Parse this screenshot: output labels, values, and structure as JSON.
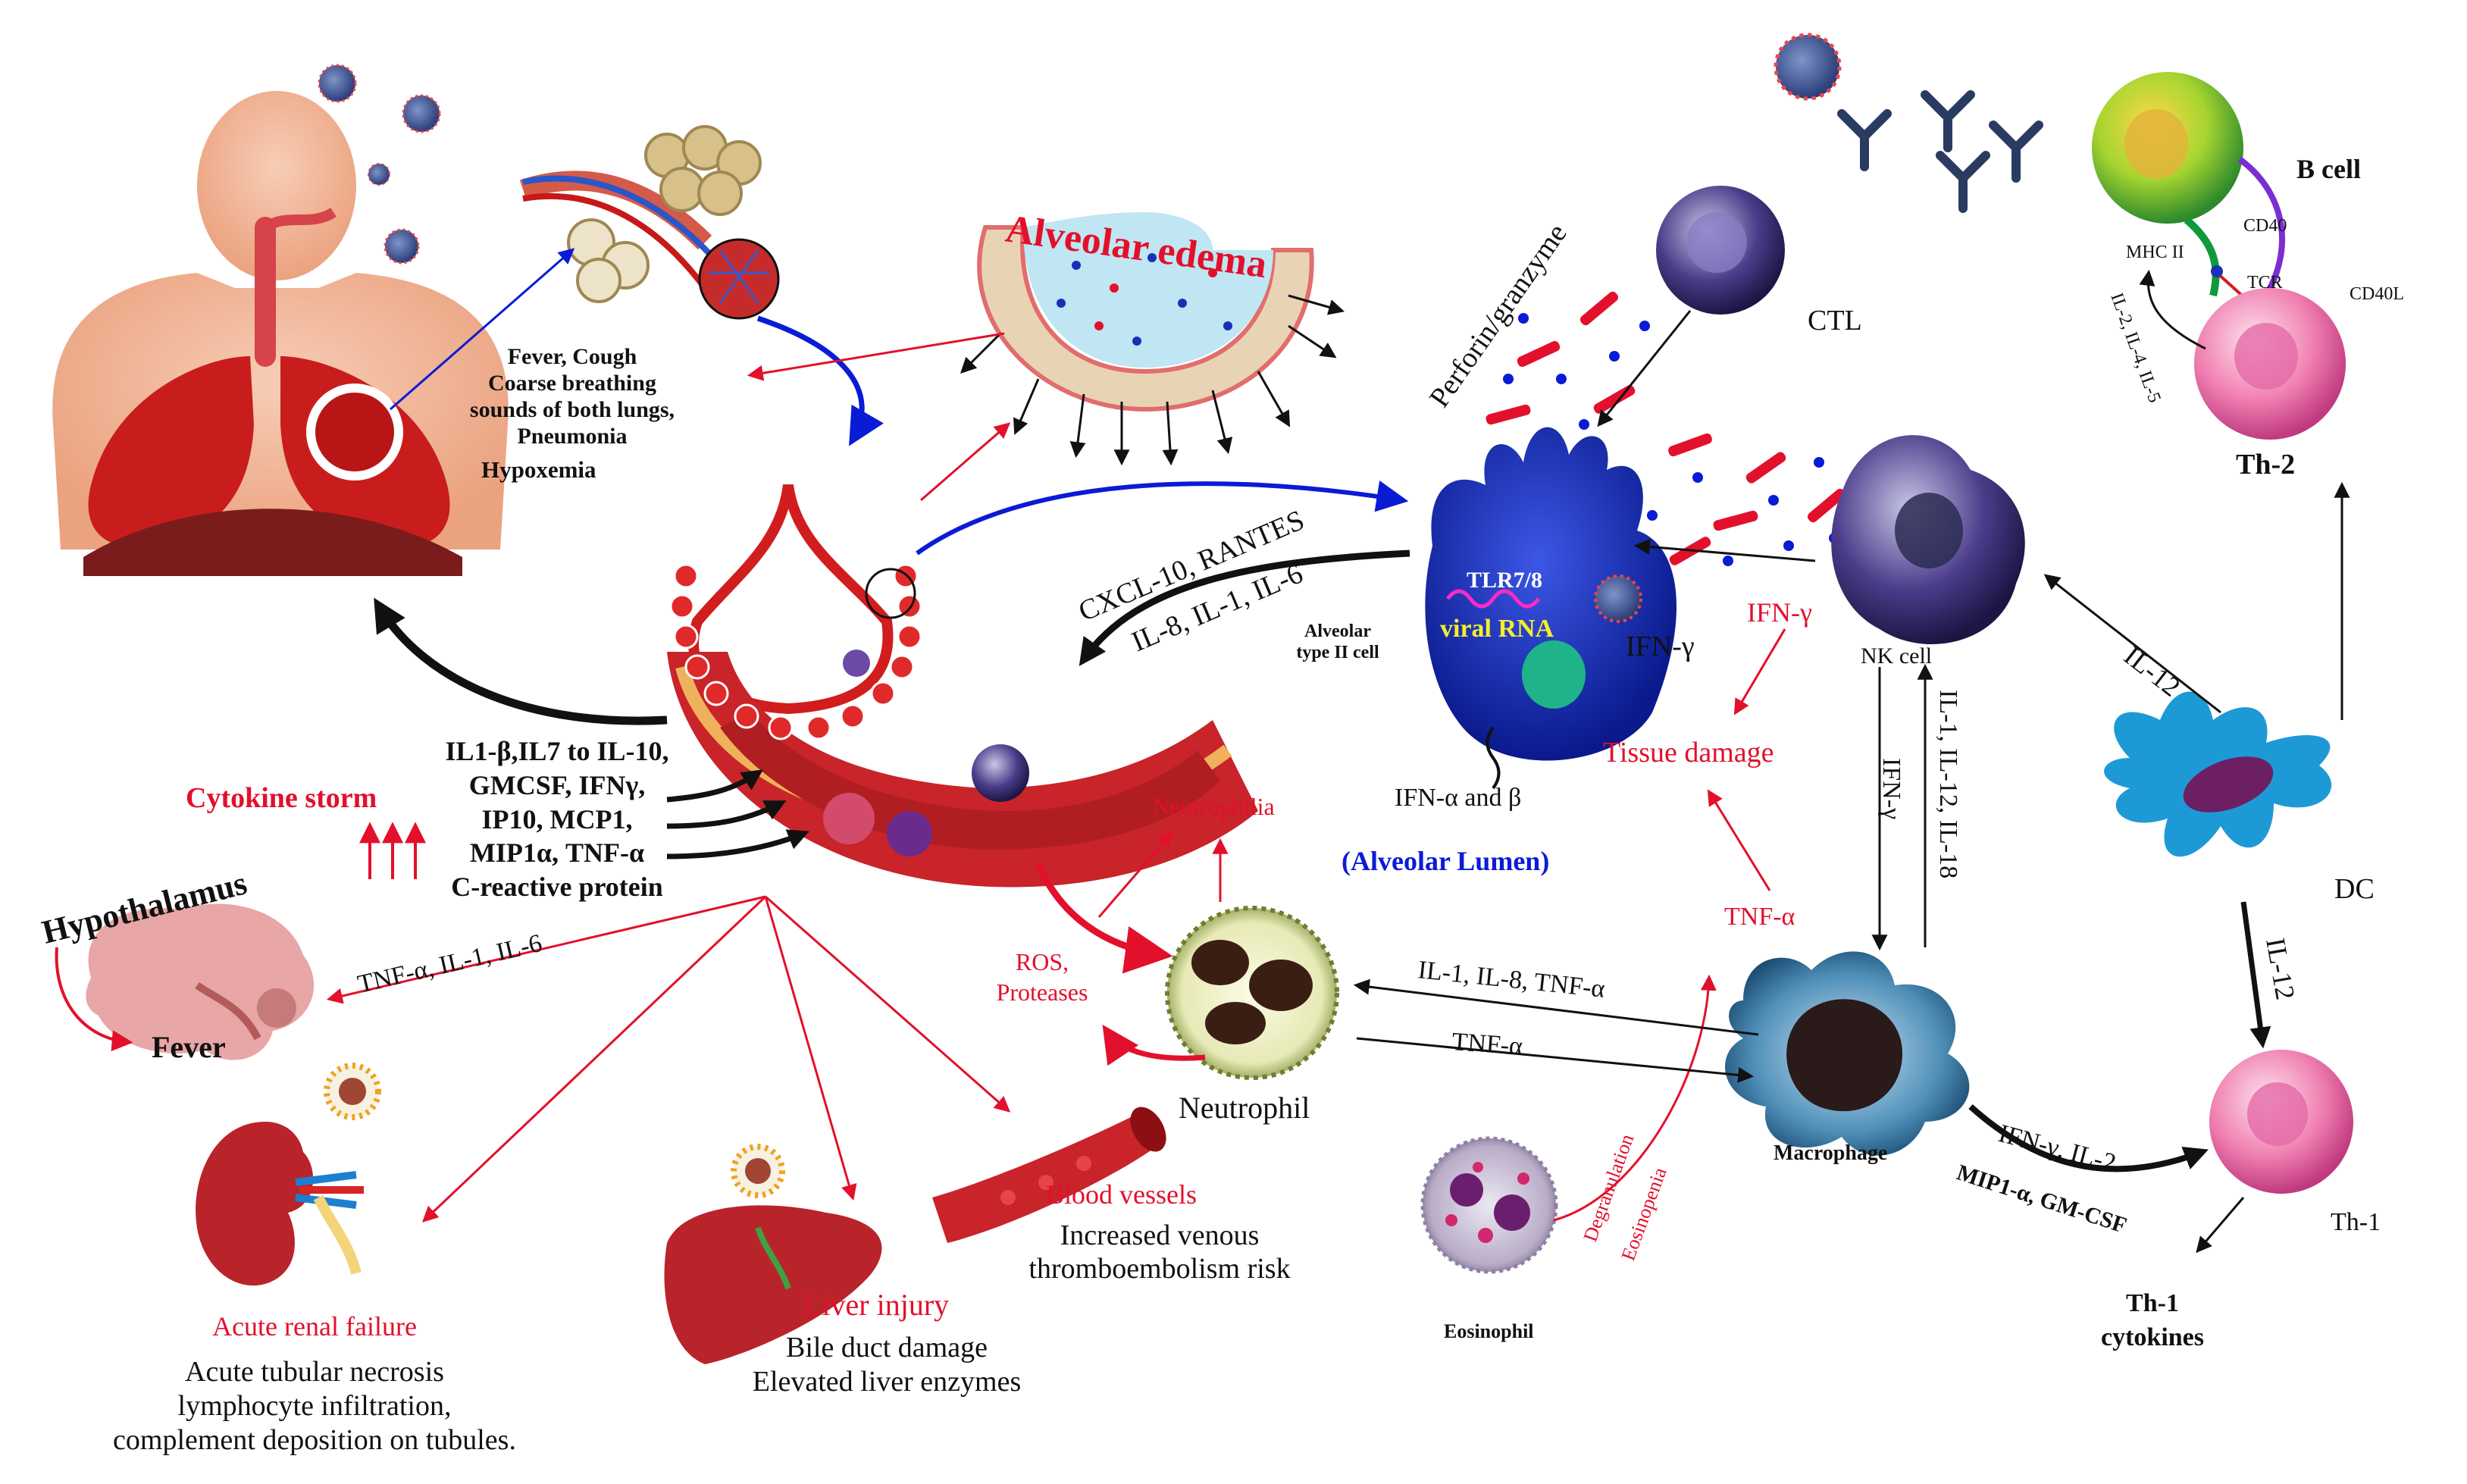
{
  "colors": {
    "red": "#e3102b",
    "blue": "#0a1bd6",
    "black": "#111111",
    "cell_blue": "#1a2fb8",
    "organ_red": "#c8242a",
    "lung_red": "#c91d1d",
    "skin": "#f1b79b",
    "yellow": "#f4ef2a",
    "magenta": "#ff29c6"
  },
  "labels": {
    "alveolar_edema": "Alveolar edema",
    "symptoms": [
      "Fever, Cough",
      "Coarse breathing",
      "sounds of both lungs,",
      "Pneumonia"
    ],
    "hypoxemia": "Hypoxemia",
    "perforin": "Perforin/granzyme",
    "ctl": "CTL",
    "b_cell": "B cell",
    "cd40": "CD40",
    "mhc2": "MHC II",
    "tcr": "TCR",
    "cd40l": "CD40L",
    "th2_cytokines": "IL-2, IL-4, IL-5",
    "th2": "Th-2",
    "cxcl": "CXCL-10, RANTES",
    "il8": "IL-8, IL-1, IL-6",
    "tlr": "TLR7/8",
    "viral_rna": "viral RNA",
    "alveolar_type2": [
      "Alveolar",
      "type II cell"
    ],
    "ifn_gamma_cell": "IFN-γ",
    "ifn_gamma_red": "IFN-γ",
    "nk_cell": "NK cell",
    "il12_upper": "IL-12",
    "tissue_damage": "Tissue damage",
    "ifn_ab": "IFN-α and β",
    "alveolar_lumen": "(Alveolar Lumen)",
    "il1_il12_il18": "IL-1, IL-12, IL-18",
    "ifn_gamma_vertical": "IFN-γ",
    "cytokine_list": [
      "IL1-β,IL7 to IL-10,",
      "GMCSF,  IFNγ,",
      "IP10, MCP1,",
      "MIP1α, TNF-α",
      "C-reactive protein"
    ],
    "cytokine_storm": "Cytokine storm",
    "hypothalamus": "Hypothalamus",
    "tnf_il1_il6": "TNF-α, IL-1, IL-6",
    "fever": "Fever",
    "neutrophilia": "Neutrophilia",
    "ros": [
      "ROS,",
      "Proteases"
    ],
    "neutrophil": "Neutrophil",
    "tnf_alpha_red": "TNF-α",
    "il1_il8_tnf": "IL-1, IL-8, TNF-α",
    "tnf_alpha_black": "TNF-α",
    "macrophage": "Macrophage",
    "dc": "DC",
    "il12_lower": "IL-12",
    "ifn_il2": "IFN-γ, IL-2",
    "mip1": "MIP1-α, GM-CSF",
    "th1": "Th-1",
    "th1_cytokines": [
      "Th-1",
      "cytokines"
    ],
    "degranulation": "Degranulation",
    "eosinopenia": "Eosinopenia",
    "eosinophil": "Eosinophil",
    "acute_renal": "Acute renal failure",
    "renal_details": [
      "Acute tubular necrosis",
      "lymphocyte infiltration,",
      "complement deposition on tubules."
    ],
    "liver_injury": "Liver injury",
    "liver_details": [
      "Bile duct damage",
      "Elevated liver enzymes"
    ],
    "blood_vessels": "Blood vessels",
    "vessel_details": [
      "Increased venous",
      "thromboembolism risk"
    ]
  }
}
